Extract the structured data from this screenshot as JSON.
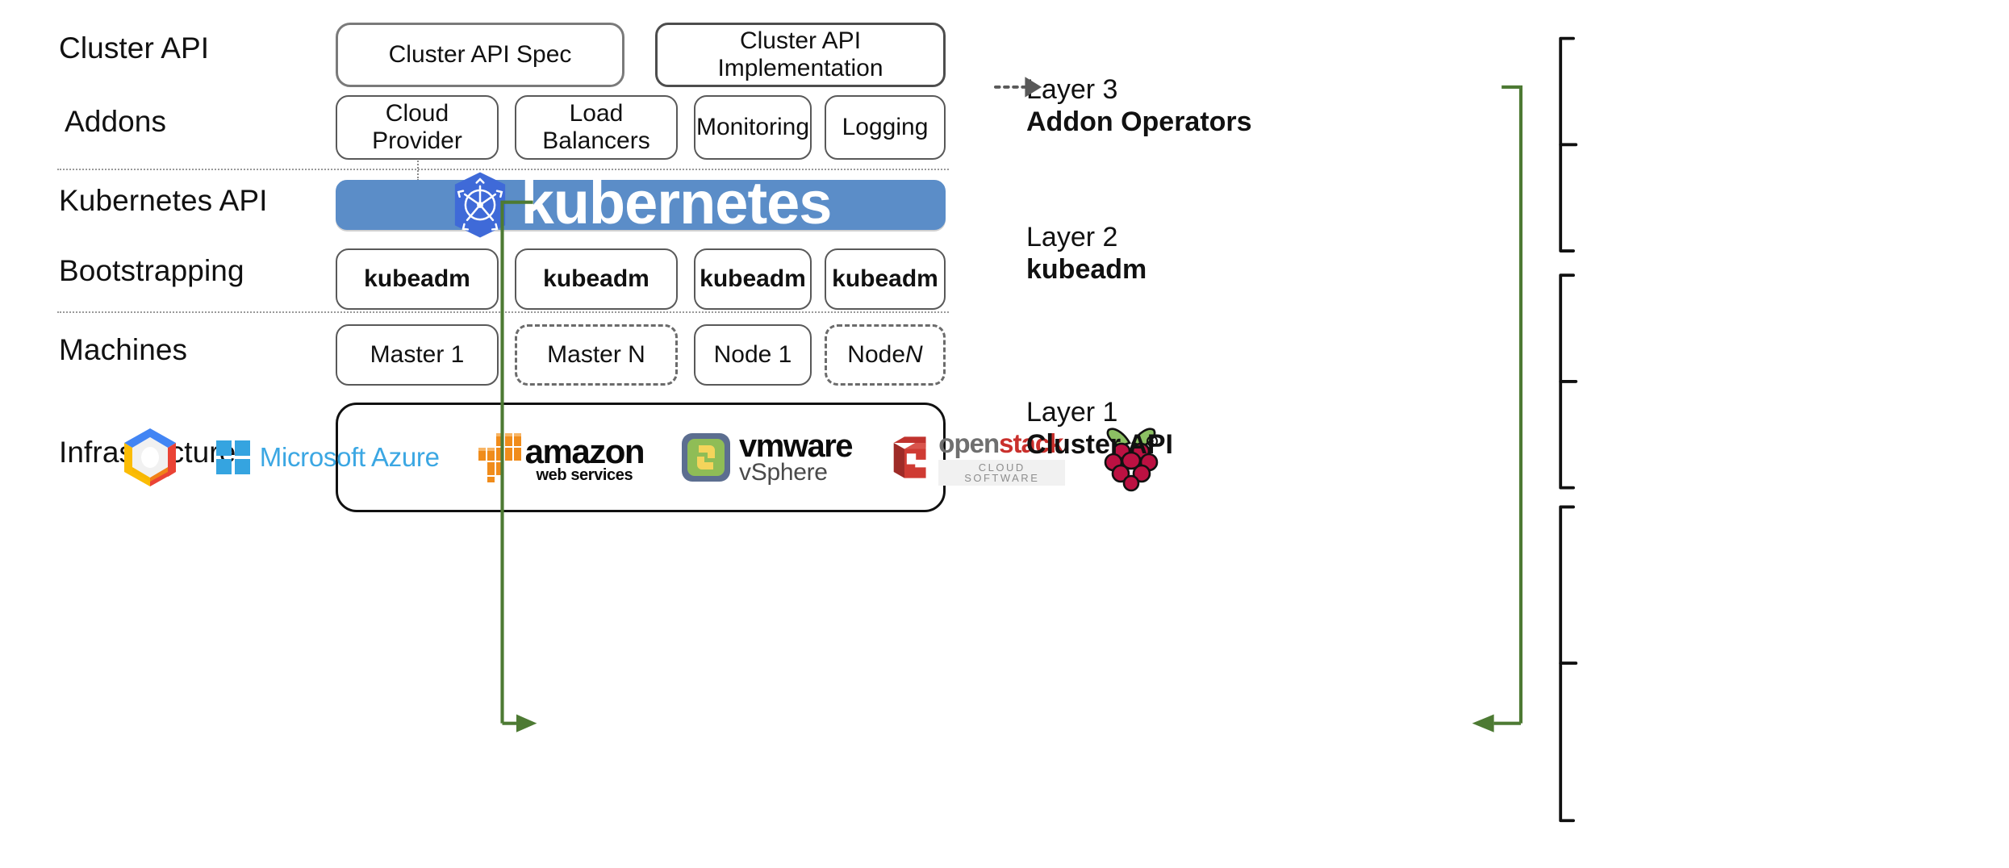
{
  "diagram": {
    "title": "Kubernetes Cluster API layered architecture",
    "accent_green": "#4d7a33",
    "k8s_blue": "#5b8dc8",
    "k8s_logo_blue": "#3f6ad8",
    "border_gray": "#595959"
  },
  "row_labels": [
    {
      "id": "cluster-api",
      "text": "Cluster API"
    },
    {
      "id": "addons",
      "text": "Addons"
    },
    {
      "id": "kubernetes-api",
      "text": "Kubernetes API"
    },
    {
      "id": "bootstrapping",
      "text": "Bootstrapping"
    },
    {
      "id": "machines",
      "text": "Machines"
    },
    {
      "id": "infrastructure",
      "text": "Infrastructure"
    }
  ],
  "cluster_api_row": {
    "spec": {
      "label": "Cluster API Spec",
      "style": "dashed"
    },
    "implementation": {
      "label": "Cluster API Implementation",
      "style": "solid"
    },
    "connector": "dotted-arrow-right"
  },
  "addons_row": [
    {
      "label": "Cloud Provider",
      "style": "solid"
    },
    {
      "label": "Load Balancers",
      "style": "solid"
    },
    {
      "label": "Monitoring",
      "style": "solid"
    },
    {
      "label": "Logging",
      "style": "solid"
    }
  ],
  "kubernetes_banner": {
    "wordmark": "kubernetes",
    "logo_name": "kubernetes-helm-wheel-icon",
    "background": "#5b8dc8"
  },
  "bootstrapping_row": [
    {
      "label": "kubeadm",
      "style": "solid",
      "bold": true
    },
    {
      "label": "kubeadm",
      "style": "solid",
      "bold": true
    },
    {
      "label": "kubeadm",
      "style": "solid",
      "bold": true
    },
    {
      "label": "kubeadm",
      "style": "solid",
      "bold": true
    }
  ],
  "machines_row": [
    {
      "label": "Master 1",
      "style": "solid",
      "italic_suffix": ""
    },
    {
      "label": "Master N",
      "style": "dashed",
      "italic_suffix": ""
    },
    {
      "label": "Node 1",
      "style": "solid",
      "italic_suffix": ""
    },
    {
      "label": "Node ",
      "style": "dashed",
      "italic_suffix": "N"
    }
  ],
  "infrastructure_row": {
    "providers": [
      {
        "name": "google-cloud-platform-logo",
        "text": ""
      },
      {
        "name": "microsoft-azure-logo",
        "text": "Microsoft Azure"
      },
      {
        "name": "amazon-web-services-logo",
        "text": "amazon",
        "subtext": "web services"
      },
      {
        "name": "vmware-vsphere-logo",
        "text": "vmware",
        "subtext": "vSphere"
      },
      {
        "name": "openstack-logo",
        "text": "openstack",
        "subtext": "CLOUD SOFTWARE"
      },
      {
        "name": "raspberry-pi-logo",
        "text": ""
      }
    ]
  },
  "layers": [
    {
      "id": "layer-3",
      "number": "Layer 3",
      "name": "Addon Operators"
    },
    {
      "id": "layer-2",
      "number": "Layer 2",
      "name": "kubeadm"
    },
    {
      "id": "layer-1",
      "number": "Layer 1",
      "name": "Cluster API"
    }
  ]
}
